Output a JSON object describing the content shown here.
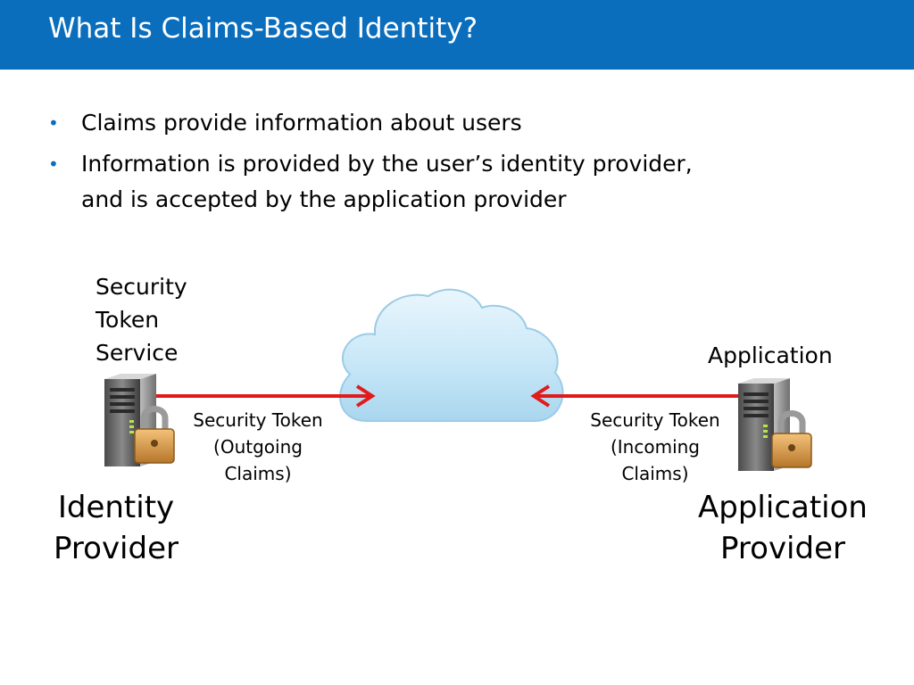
{
  "slide": {
    "title": "What Is Claims-Based Identity?",
    "accent_color": "#0a6ebd"
  },
  "bullets": [
    {
      "line1": "Claims provide information about users"
    },
    {
      "line1": "Information is provided by the user’s identity provider,",
      "line2": "and is accepted by the application provider"
    }
  ],
  "diagram": {
    "sts_label": [
      "Security",
      "Token",
      "Service"
    ],
    "application_label": "Application",
    "left_token": [
      "Security Token",
      "(Outgoing",
      "Claims)"
    ],
    "right_token": [
      "Security Token",
      "(Incoming",
      "Claims)"
    ],
    "identity_provider": [
      "Identity",
      "Provider"
    ],
    "application_provider": [
      "Application",
      "Provider"
    ],
    "arrow_color": "#e21a1a",
    "icons": {
      "left_server": "server-with-padlock-icon",
      "right_server": "server-with-padlock-icon",
      "cloud": "cloud-icon"
    }
  }
}
